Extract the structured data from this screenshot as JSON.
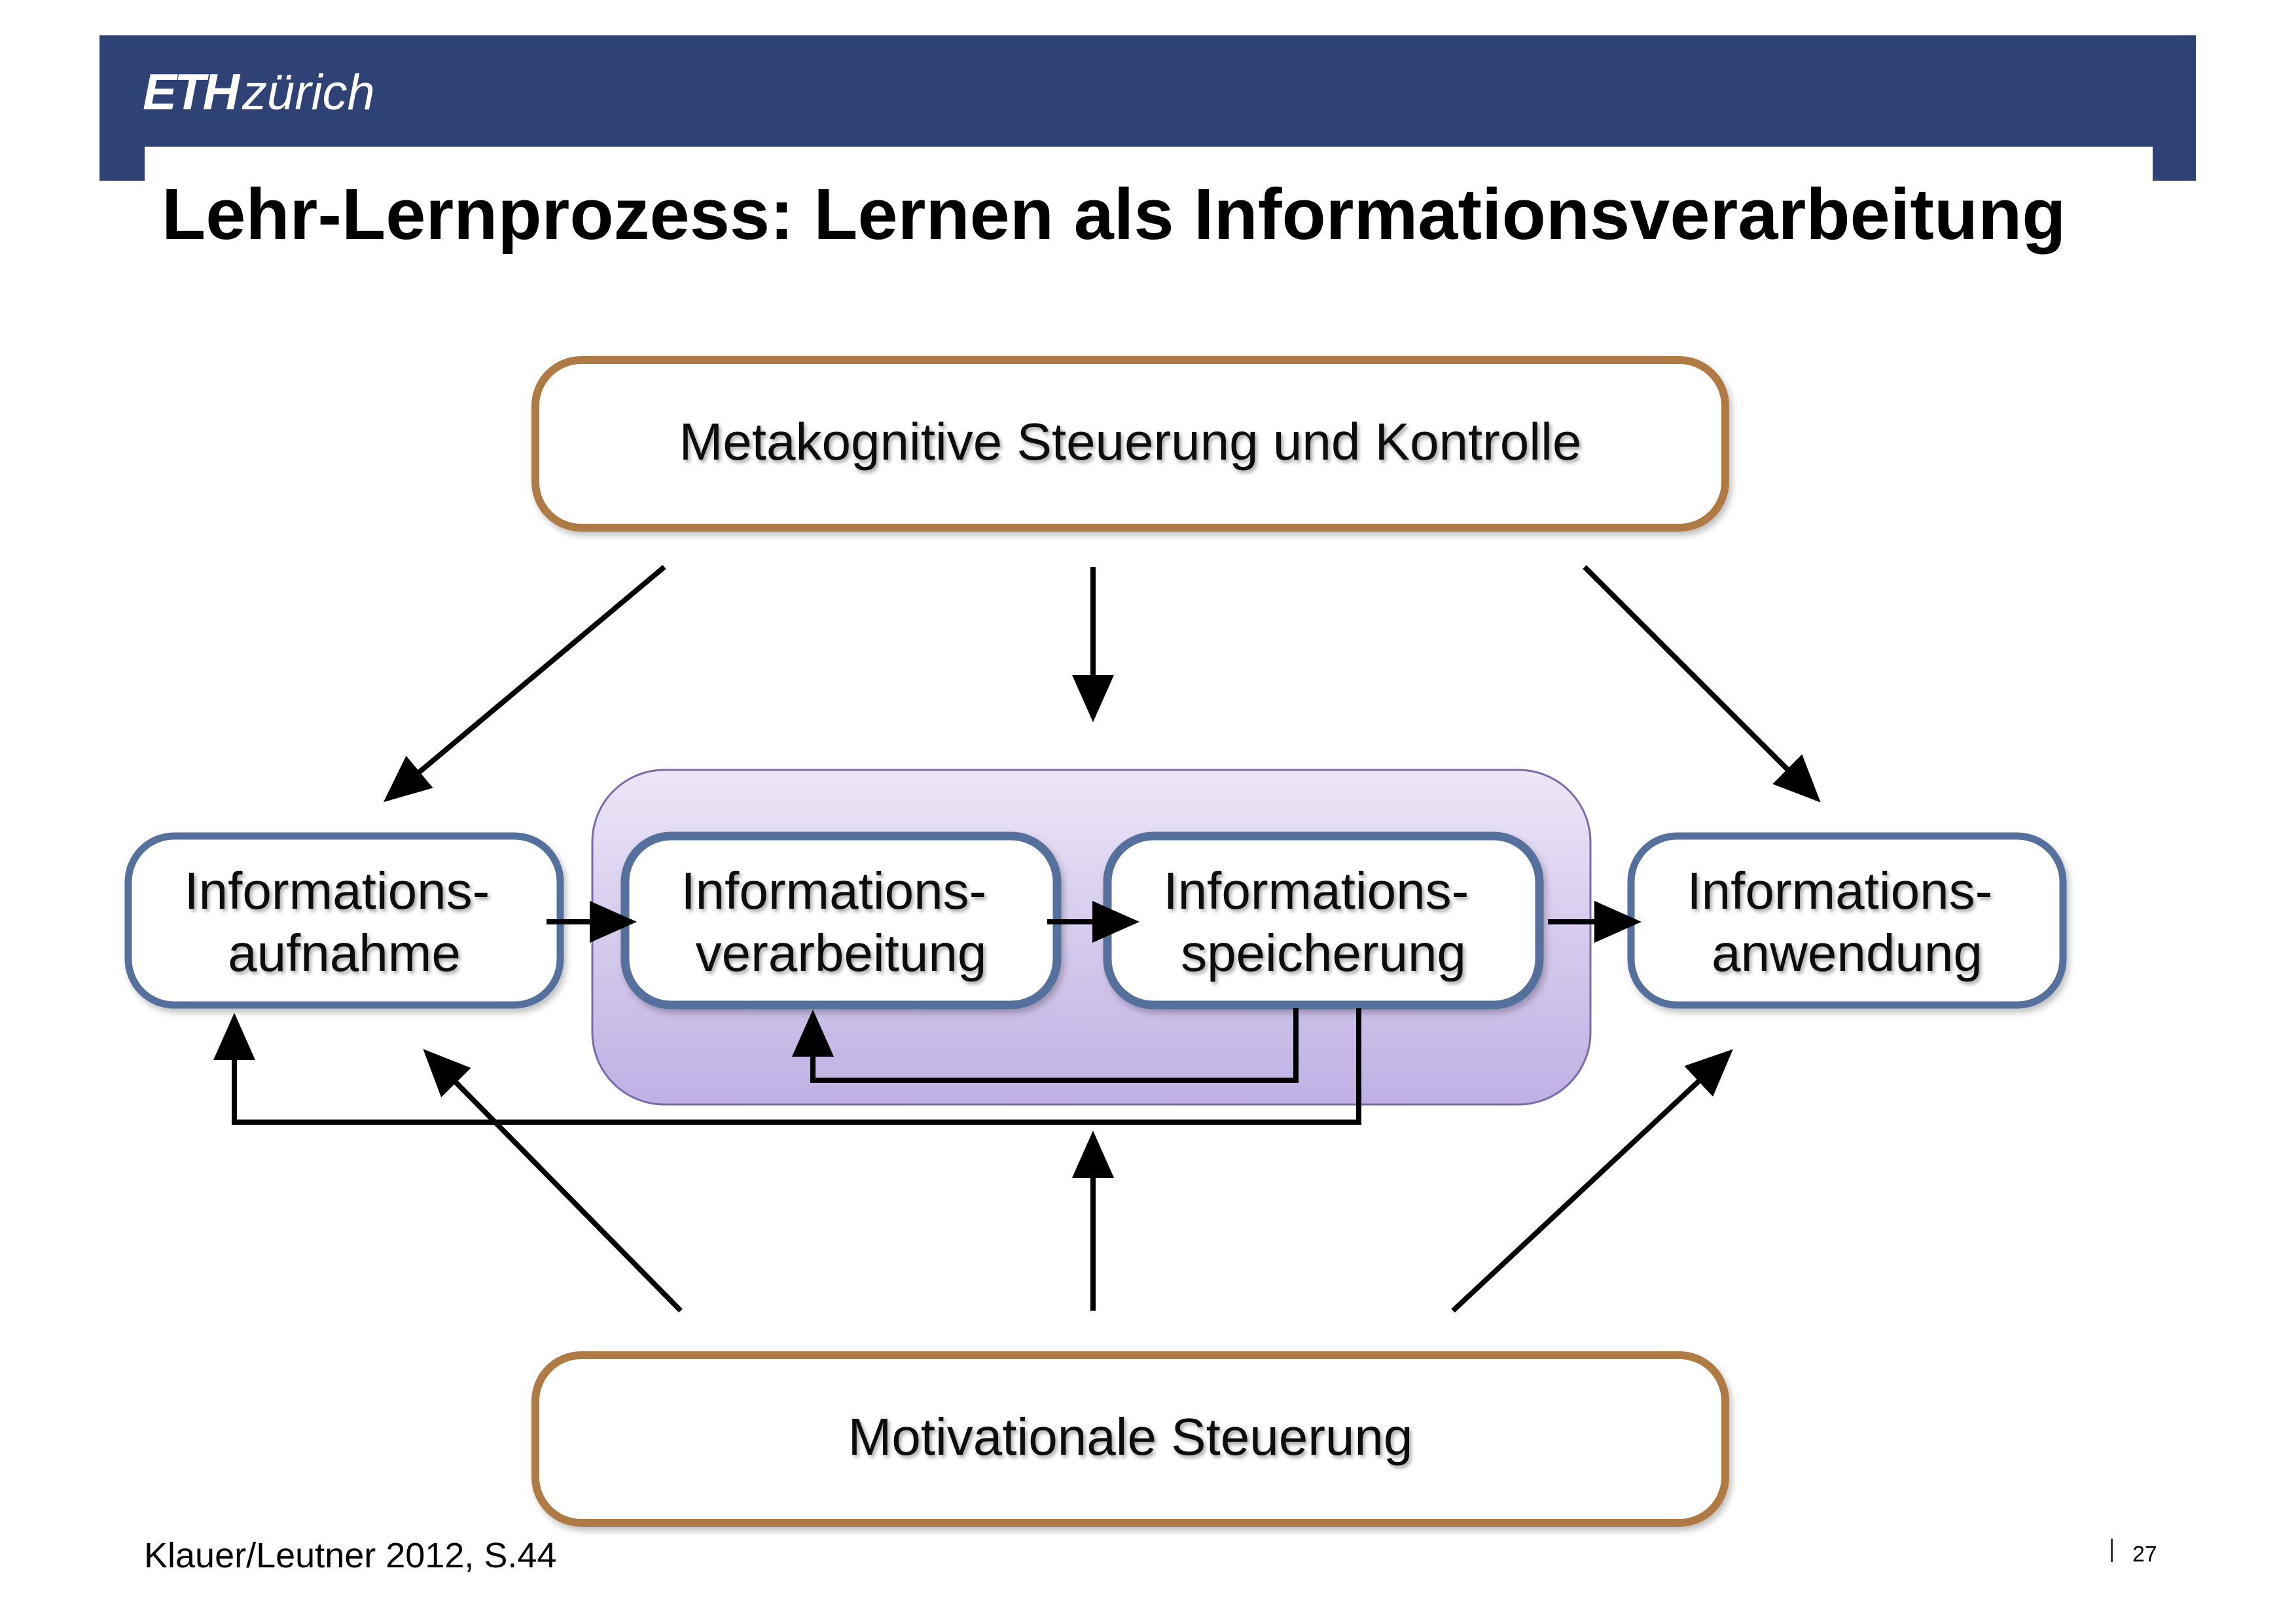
{
  "header": {
    "logo_bold": "ETH",
    "logo_italic": "zürich",
    "title": "Lehr-Lernprozess: Lernen als Informationsverarbeitung",
    "band_color": "#2f4275"
  },
  "diagram": {
    "top_box": "Metakognitive Steuerung und Kontrolle",
    "bottom_box": "Motivationale Steuerung",
    "aufnahme": [
      "Informations-",
      "aufnahme"
    ],
    "verarbeitung": [
      "Informations-",
      "verarbeitung"
    ],
    "speicherung": [
      "Informations-",
      "speicherung"
    ],
    "anwendung": [
      "Informations-",
      "anwendung"
    ],
    "colors": {
      "control_border": "#b07a45",
      "process_border": "#56709e",
      "cluster_fill_top": "#ece6f7",
      "cluster_fill_bottom": "#bfb0e3",
      "arrow": "#000000"
    }
  },
  "footer": {
    "citation": "Klauer/Leutner 2012, S.44",
    "page_number": "27"
  }
}
